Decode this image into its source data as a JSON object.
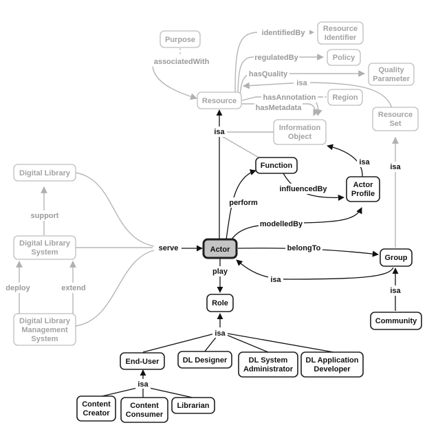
{
  "nodes": {
    "purpose": [
      "Purpose"
    ],
    "resource_identifier": [
      "Resource",
      "Identifier"
    ],
    "policy": [
      "Policy"
    ],
    "quality_parameter": [
      "Quality",
      "Parameter"
    ],
    "resource": [
      "Resource"
    ],
    "region": [
      "Region"
    ],
    "information_object": [
      "Information",
      "Object"
    ],
    "resource_set": [
      "Resource",
      "Set"
    ],
    "digital_library": [
      "Digital Library"
    ],
    "function": [
      "Function"
    ],
    "actor_profile": [
      "Actor",
      "Profile"
    ],
    "dl_system": [
      "Digital Library",
      "System"
    ],
    "actor": [
      "Actor"
    ],
    "group": [
      "Group"
    ],
    "role": [
      "Role"
    ],
    "community": [
      "Community"
    ],
    "dlms": [
      "Digital Library",
      "Management",
      "System"
    ],
    "end_user": [
      "End-User"
    ],
    "dl_designer": [
      "DL Designer"
    ],
    "dl_system_administrator": [
      "DL System",
      "Administrator"
    ],
    "dl_application_developer": [
      "DL Application",
      "Developer"
    ],
    "content_creator": [
      "Content",
      "Creator"
    ],
    "content_consumer": [
      "Content",
      "Consumer"
    ],
    "librarian": [
      "Librarian"
    ]
  },
  "edges": {
    "associatedWith": "associatedWith",
    "identifiedBy": "identifiedBy",
    "regulatedBy": "regulatedBy",
    "hasQuality": "hasQuality",
    "isa_resource_set": "isa",
    "hasAnnotation": "hasAnnotation",
    "hasMetadata": "hasMetadata",
    "isa_actor_resource": "isa",
    "isa_actor_profile": "isa",
    "isa_group_resource_set": "isa",
    "support": "support",
    "perform": "perform",
    "influencedBy": "influencedBy",
    "modelledBy": "modelledBy",
    "serve": "serve",
    "belongTo": "belongTo",
    "play": "play",
    "isa_group_actor": "isa",
    "isa_community_group": "isa",
    "deploy": "deploy",
    "extend": "extend",
    "isa_roles": "isa",
    "isa_end_users": "isa"
  }
}
